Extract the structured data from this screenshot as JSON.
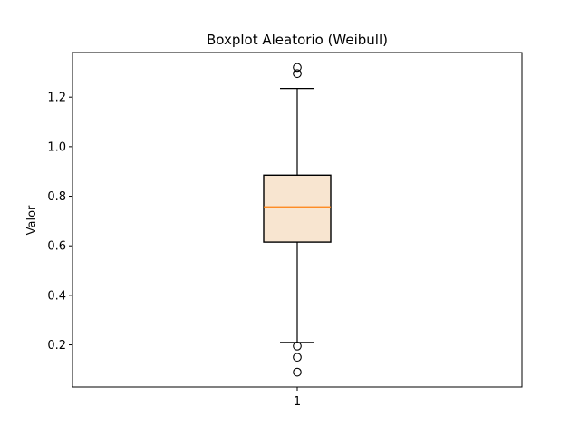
{
  "chart_data": {
    "type": "box",
    "title": "Boxplot Aleatorio (Weibull)",
    "xlabel": "",
    "ylabel": "Valor",
    "categories": [
      "1"
    ],
    "ylim": [
      0.03,
      1.38
    ],
    "yticks": [
      0.2,
      0.4,
      0.6,
      0.8,
      1.0,
      1.2
    ],
    "ytick_labels": [
      "0.2",
      "0.4",
      "0.6",
      "0.8",
      "1.0",
      "1.2"
    ],
    "grid": false,
    "boxes": [
      {
        "category": "1",
        "whisker_low": 0.21,
        "q1": 0.615,
        "median": 0.757,
        "q3": 0.885,
        "whisker_high": 1.235,
        "outliers": [
          1.32,
          1.295,
          0.195,
          0.15,
          0.09
        ]
      }
    ],
    "colors": {
      "box_fill": "#f8e5d0",
      "median": "#ff7f0e",
      "stroke": "#000000"
    }
  }
}
